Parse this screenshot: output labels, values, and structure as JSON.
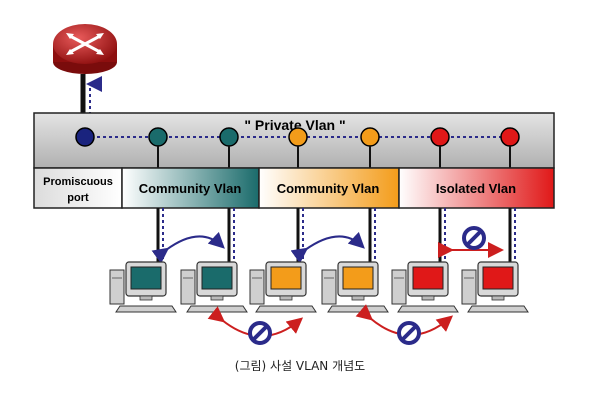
{
  "switch_title": "\" Private Vlan \"",
  "ports": {
    "promiscuous_line1": "Promiscuous",
    "promiscuous_line2": "port",
    "community_a": "Community Vlan",
    "community_b": "Community Vlan",
    "isolated": "Isolated Vlan"
  },
  "caption": "(그림) 사설 VLAN 개념도",
  "icons": [
    "router-icon",
    "computer-icon",
    "no-entry-icon",
    "double-arrow-icon"
  ],
  "colors": {
    "router": "#c41a1a",
    "switch_bar": "#c8c8c8",
    "promiscuous": "#1a237e",
    "community_a": "#1a6b6b",
    "community_b": "#f39c1a",
    "isolated": "#e01818",
    "link_line": "#2b2b8a",
    "arrow_blue": "#2b2b8a",
    "arrow_red": "#cc1f1f"
  }
}
